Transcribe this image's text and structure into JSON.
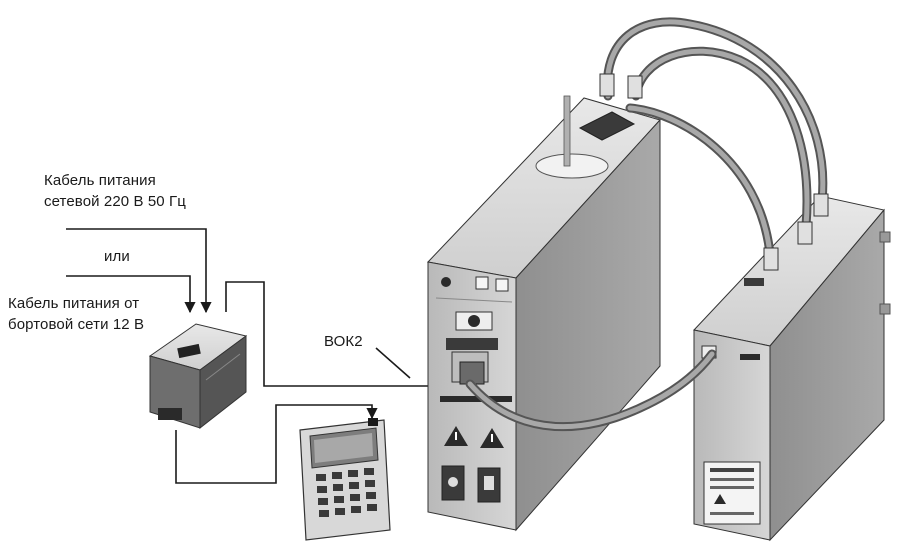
{
  "labels": {
    "mains_cable_line1": "Кабель питания",
    "mains_cable_line2": "сетевой 220 В 50 Гц",
    "or": "или",
    "onboard_cable_line1": "Кабель питания от",
    "onboard_cable_line2": "бортовой сети 12 В",
    "fiber_cable": "ВОК2"
  },
  "colors": {
    "line": "#1a1a1a",
    "device_front": "#c7c7c7",
    "device_side": "#9a9a9a",
    "device_top": "#dedede",
    "cable": "#7a7a7a",
    "panel_dark": "#3a3a3a"
  },
  "icons": [
    "warning-triangle-icon",
    "warning-triangle-icon",
    "socket-icon",
    "switch-icon"
  ]
}
